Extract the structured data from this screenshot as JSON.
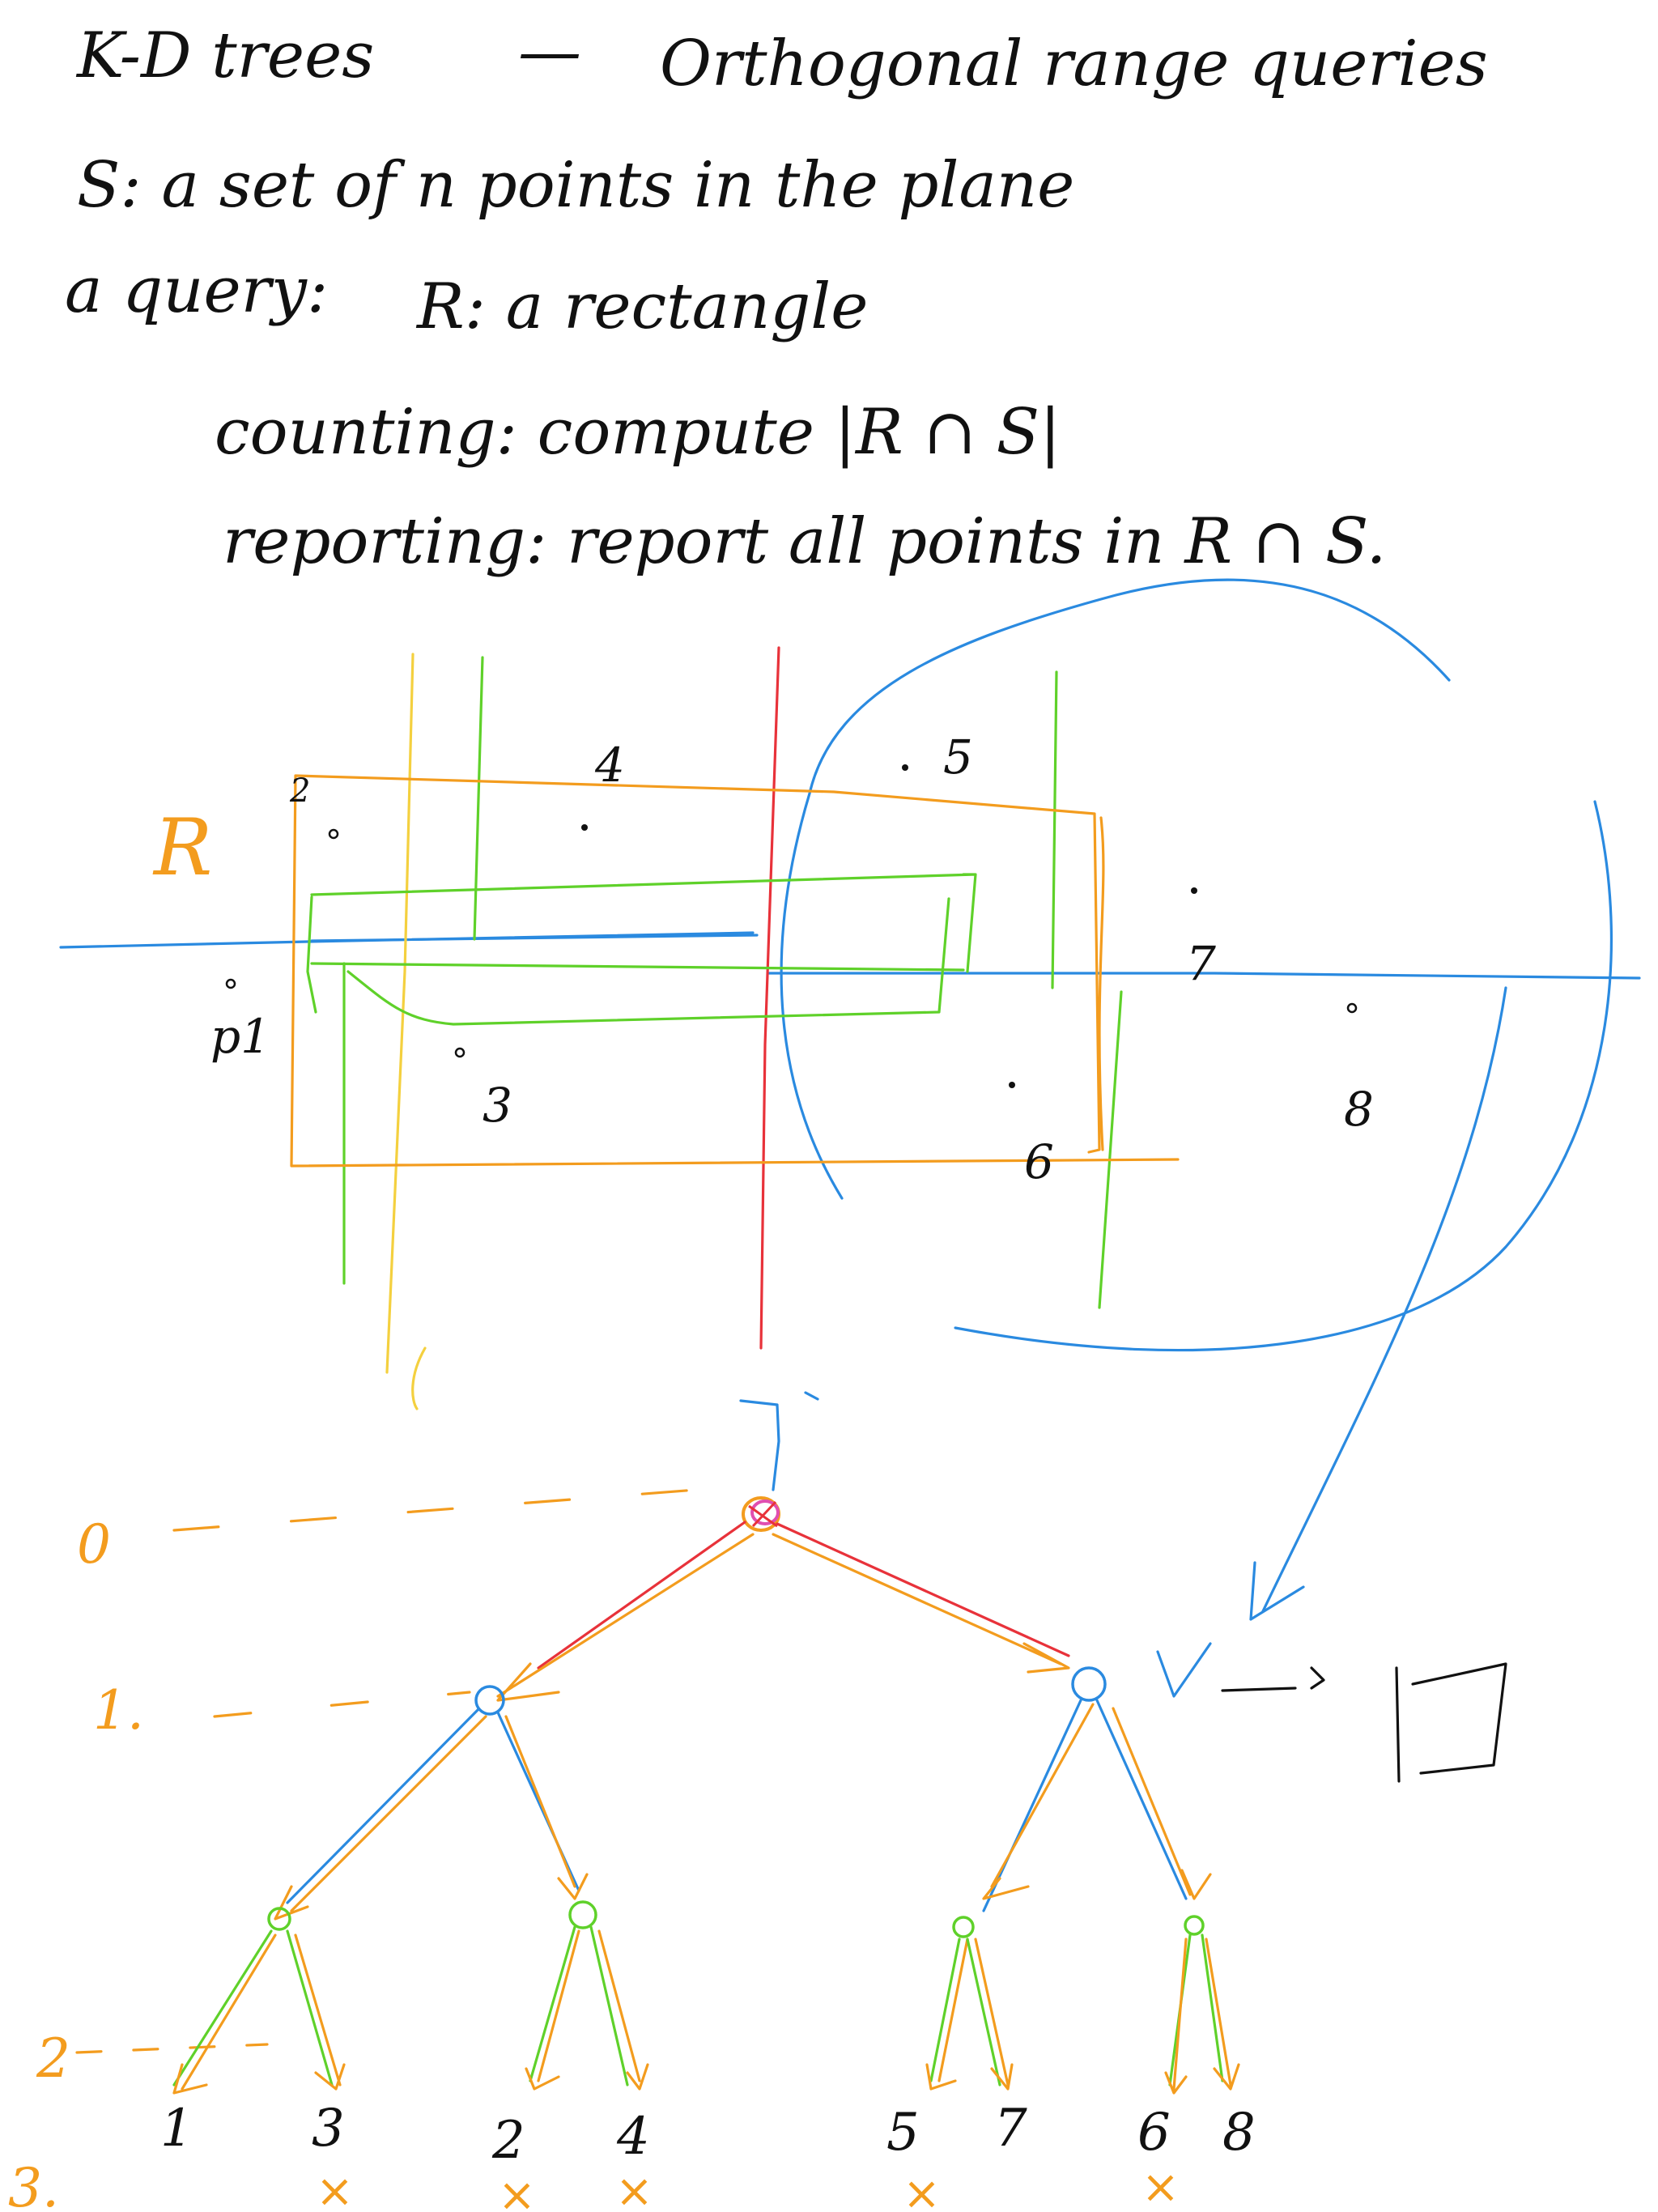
{
  "notes": {
    "line1_left": "K-D trees",
    "line1_dash": "—",
    "line1_right": "Orthogonal range queries",
    "line2": "S: a set of n points in the plane",
    "line3_left": "a query:",
    "line3_right": "R: a rectangle",
    "line4": "counting: compute |R ∩ S|",
    "line5": "reporting: report all points in R ∩ S."
  },
  "diagram": {
    "region_label": "R",
    "points": [
      {
        "label": "p1"
      },
      {
        "label": "2"
      },
      {
        "label": "3"
      },
      {
        "label": "4"
      },
      {
        "label": "5"
      },
      {
        "label": "6"
      },
      {
        "label": "7"
      },
      {
        "label": "8"
      }
    ],
    "split_arrow": "(",
    "root_arrow": "↘"
  },
  "tree": {
    "levels": [
      "0",
      "1.",
      "2",
      "3."
    ],
    "right_annotation": "V —→ |▱",
    "leaves": [
      {
        "label": "1",
        "crossed": false
      },
      {
        "label": "3",
        "crossed": true
      },
      {
        "label": "2",
        "crossed": true
      },
      {
        "label": "4",
        "crossed": true
      },
      {
        "label": "5",
        "crossed": true
      },
      {
        "label": "7",
        "crossed": false
      },
      {
        "label": "6",
        "crossed": true
      },
      {
        "label": "8",
        "crossed": false
      }
    ],
    "cross_symbol": "×"
  },
  "colors": {
    "blue": "#2a8ae0",
    "orange": "#f39c1e",
    "green": "#5fd12a",
    "red": "#e8323a",
    "yellow": "#f4d03f"
  }
}
